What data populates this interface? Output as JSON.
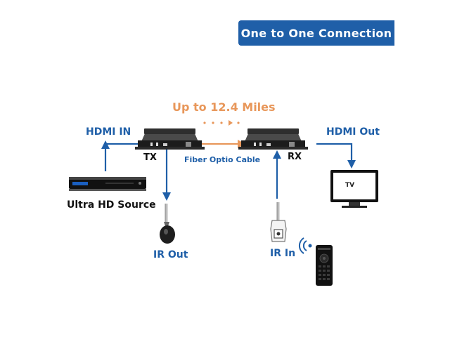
{
  "banner": {
    "title": "One to One Connection"
  },
  "distance": {
    "label": "Up to 12.4 Miles"
  },
  "ports": {
    "hdmi_in": "HDMI IN",
    "hdmi_out": "HDMI Out",
    "ir_out": "IR Out",
    "ir_in": "IR In"
  },
  "devices": {
    "tx": "TX",
    "rx": "RX",
    "source": "Ultra HD Source",
    "tv": "TV"
  },
  "cable": {
    "label": "Fiber Optio Cable"
  },
  "colors": {
    "line_blue": "#1f5fa8",
    "cable_orange": "#e8975a",
    "banner_bg": "#1f5fa8"
  },
  "icons": [
    "blu-ray-player-icon",
    "tv-icon",
    "ir-emitter-icon",
    "ir-receiver-icon",
    "remote-control-icon",
    "wireless-signal-icon"
  ]
}
